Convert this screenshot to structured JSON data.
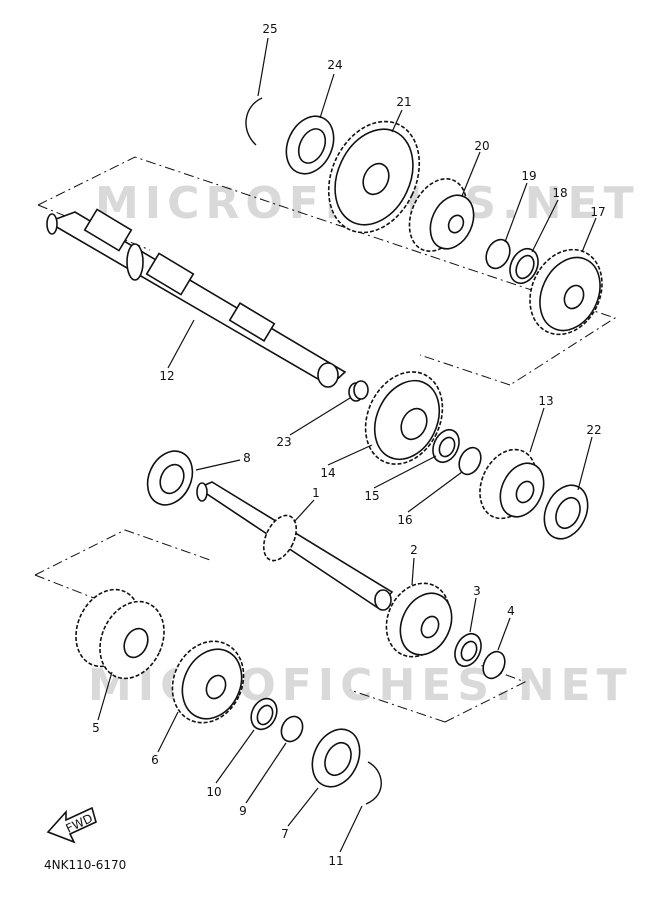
{
  "diagram_code": "4NK110-6170",
  "fwd_label": "FWD",
  "watermark": "MICROFICHES.NET",
  "callouts": [
    "1",
    "2",
    "3",
    "4",
    "5",
    "6",
    "7",
    "8",
    "9",
    "10",
    "11",
    "12",
    "13",
    "14",
    "15",
    "16",
    "17",
    "18",
    "19",
    "20",
    "21",
    "22",
    "23",
    "24",
    "25"
  ]
}
